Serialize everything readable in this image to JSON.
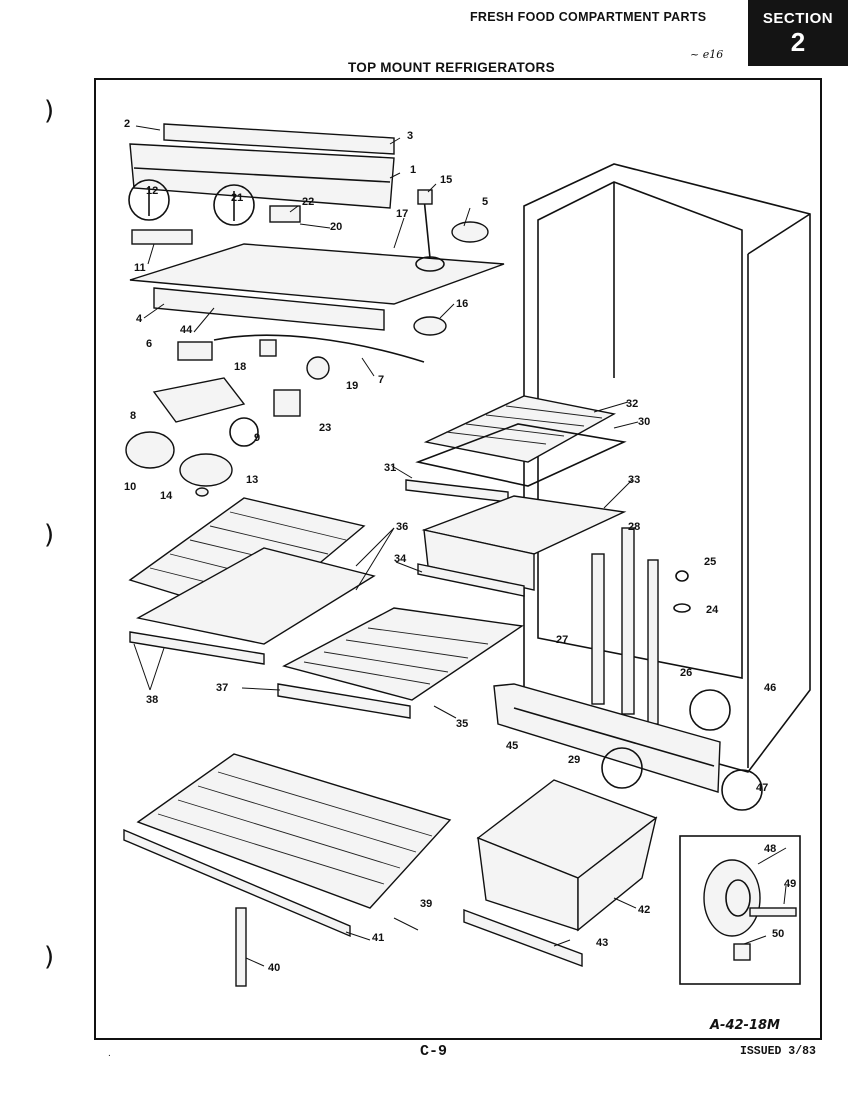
{
  "header": {
    "parts_title": "FRESH FOOD  COMPARTMENT PARTS",
    "section_label": "SECTION",
    "section_number": "2",
    "subtitle": "TOP MOUNT REFRIGERATORS",
    "handwritten_note": "~ e16"
  },
  "diagram": {
    "callouts": [
      "1",
      "2",
      "3",
      "4",
      "5",
      "6",
      "7",
      "8",
      "9",
      "10",
      "11",
      "12",
      "13",
      "14",
      "15",
      "16",
      "17",
      "18",
      "19",
      "20",
      "21",
      "22",
      "23",
      "24",
      "25",
      "26",
      "27",
      "28",
      "29",
      "30",
      "31",
      "32",
      "33",
      "34",
      "35",
      "36",
      "37",
      "38",
      "39",
      "40",
      "41",
      "42",
      "43",
      "44",
      "45",
      "46",
      "47",
      "48",
      "49",
      "50"
    ],
    "drawing_number": "A-42-18M"
  },
  "footer": {
    "page_code": "C-9",
    "issued": "ISSUED 3/83",
    "tick": "."
  }
}
